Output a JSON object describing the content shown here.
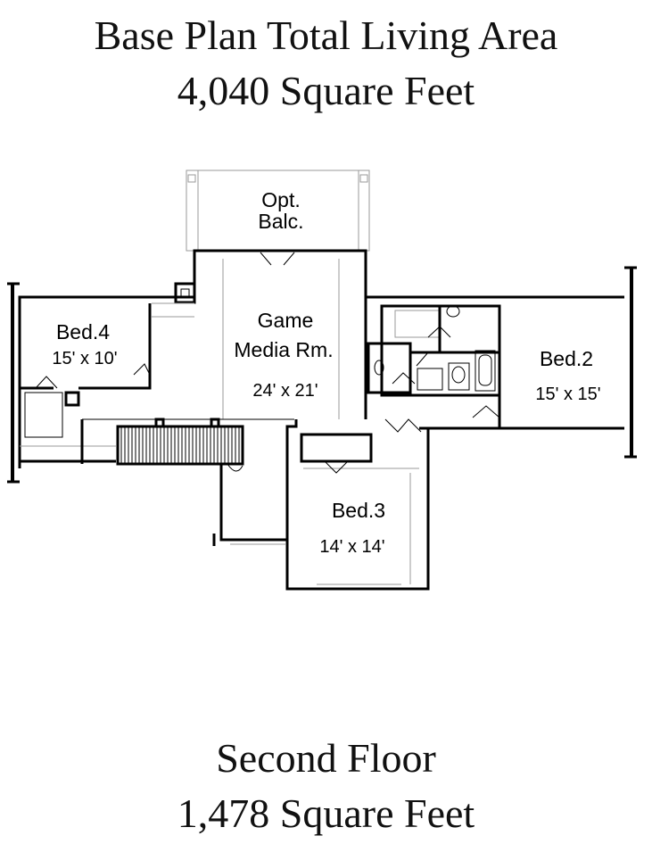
{
  "header": {
    "line1": "Base Plan Total Living Area",
    "line2": "4,040 Square Feet"
  },
  "footer": {
    "line1": "Second Floor",
    "line2": "1,478 Square Feet"
  },
  "rooms": {
    "balcony": {
      "name_line1": "Opt.",
      "name_line2": "Balc."
    },
    "game": {
      "name_line1": "Game",
      "name_line2": "Media Rm.",
      "size": "24' x 21'"
    },
    "bed4": {
      "name": "Bed.4",
      "size": "15' x 10'"
    },
    "bed2": {
      "name": "Bed.2",
      "size": "15' x 15'"
    },
    "bed3": {
      "name": "Bed.3",
      "size": "14' x 14'"
    }
  }
}
